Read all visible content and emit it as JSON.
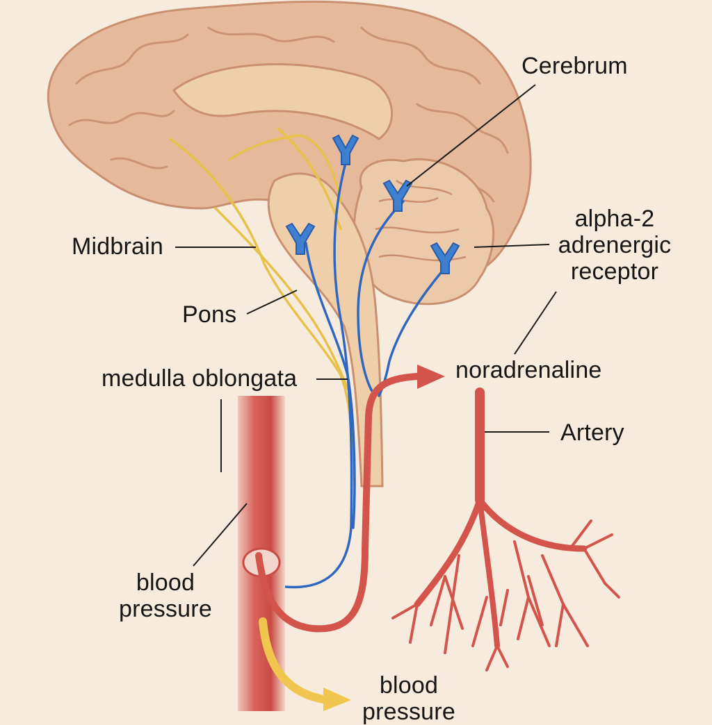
{
  "labels": {
    "cerebrum": "Cerebrum",
    "receptor": "alpha-2\nadrenergic\nreceptor",
    "midbrain": "Midbrain",
    "pons": "Pons",
    "medulla": "medulla oblongata",
    "noradrenaline": "noradrenaline",
    "artery": "Artery",
    "blood_pressure_left": "blood\npressure",
    "blood_pressure_bottom": "blood\npressure"
  },
  "colors": {
    "background": "#f6ebdd",
    "brain": "#e6b99a",
    "brain_fold": "#c98f6f",
    "brainstem": "#efcfaa",
    "cerebellum": "#ecc9a8",
    "nerve_yellow": "#e8c14a",
    "nerve_blue": "#2f66c0",
    "receptor_blue": "#3f7fd0",
    "vessel_red": "#d2544a",
    "arrow_yellow": "#f0c64e"
  }
}
